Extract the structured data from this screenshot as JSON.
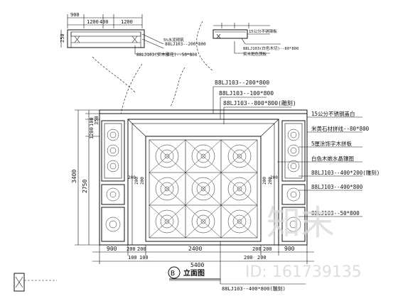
{
  "detail_top": {
    "dims_top": [
      "900",
      "1200",
      "400",
      "1200"
    ],
    "dim_side": "250",
    "callouts": [
      "88LJ103--200*800",
      "5%水泥砌筑",
      "88LJ103(实木雕花)--50*800"
    ]
  },
  "detail_right": {
    "callouts": [
      "15公分不锈钢板",
      "88LJ103(白色木切)--80*800",
      "实木斑色顶板"
    ]
  },
  "top_callouts": [
    "88LJ103--200*800",
    "88LJ103--100*800",
    "88LJ103--800*800(雕刻)"
  ],
  "right_callouts": [
    "15公分不锈钢盖白",
    "米黄石材拼线--80*800",
    "5厘涂饰字木拼板",
    "白色木嵌水晶镶图",
    "88LJ103--400*200(雕刻)",
    "88LJ103--400*800",
    "88LJ103--50*800"
  ],
  "left_dims": [
    "100",
    "350",
    "1200",
    "3400",
    "2750"
  ],
  "bottom_dims": {
    "row1": [
      "900",
      "200",
      "200",
      "2400",
      "200",
      "200",
      "900"
    ],
    "row1_small": [
      "100",
      "100",
      "200",
      "200"
    ],
    "total": "5400",
    "bottom_note": "88LJ103--400*800(雕刻)"
  },
  "inner_dims": [
    "200",
    "200",
    "200",
    "200",
    "200",
    "200"
  ],
  "view_title": {
    "mark": "B",
    "text": "立面图"
  },
  "watermark": {
    "brand": "知末",
    "id": "ID: 161739135"
  }
}
